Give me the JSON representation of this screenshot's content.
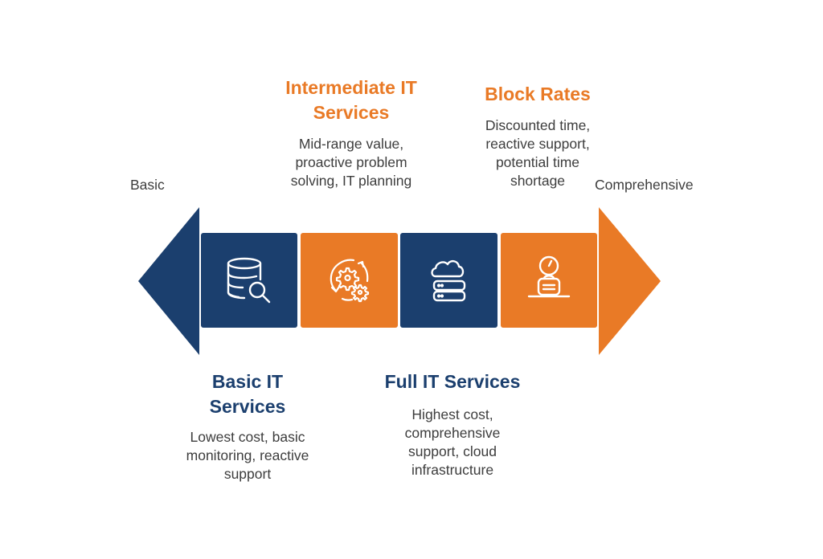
{
  "scale": {
    "left_label": "Basic",
    "right_label": "Comprehensive"
  },
  "colors": {
    "blue": "#1B3F6E",
    "orange": "#E97A26",
    "text": "#3d3d3d"
  },
  "stages": [
    {
      "title": "Basic IT\nServices",
      "description": "Lowest cost, basic\nmonitoring, reactive\nsupport",
      "icon": "database-search-icon",
      "color": "blue",
      "label_position": "below"
    },
    {
      "title": "Intermediate IT\nServices",
      "description": "Mid-range value,\nproactive problem\nsolving, IT planning",
      "icon": "gears-cycle-icon",
      "color": "orange",
      "label_position": "above"
    },
    {
      "title": "Full IT Services",
      "description": "Highest cost,\ncomprehensive\nsupport, cloud\ninfrastructure",
      "icon": "cloud-server-icon",
      "color": "blue",
      "label_position": "below"
    },
    {
      "title": "Block Rates",
      "description": "Discounted time,\nreactive support,\npotential time\nshortage",
      "icon": "timer-briefcase-icon",
      "color": "orange",
      "label_position": "above"
    }
  ]
}
